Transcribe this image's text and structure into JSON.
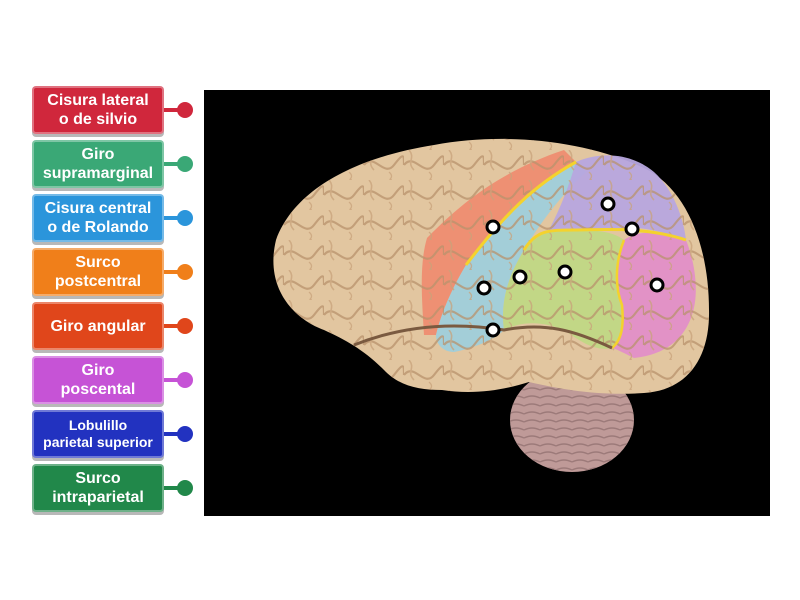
{
  "labels": [
    {
      "text": "Cisura lateral\no de silvio",
      "color": "#d0273c"
    },
    {
      "text": "Giro\nsupramarginal",
      "color": "#3aa876"
    },
    {
      "text": "Cisura central\no de Rolando",
      "color": "#2b95db"
    },
    {
      "text": "Surco\npostcentral",
      "color": "#f07f1a"
    },
    {
      "text": "Giro angular",
      "color": "#e0461b"
    },
    {
      "text": "Giro\nposcental",
      "color": "#c653d6"
    },
    {
      "text": "Lobulillo\nparietal superior",
      "color": "#2232c0"
    },
    {
      "text": "Surco\nintraparietal",
      "color": "#21884a"
    }
  ],
  "colors": {
    "background": "#000000",
    "brain": "#e2c6a0",
    "cerebellum": "#bf9a98",
    "blue_region": "#9fcfdb",
    "red_region": "#f08a6e",
    "green_region": "#c0d885",
    "purple_region": "#b7a7df",
    "pink_region": "#e28fc8",
    "yellow_line": "#f4d22d"
  }
}
